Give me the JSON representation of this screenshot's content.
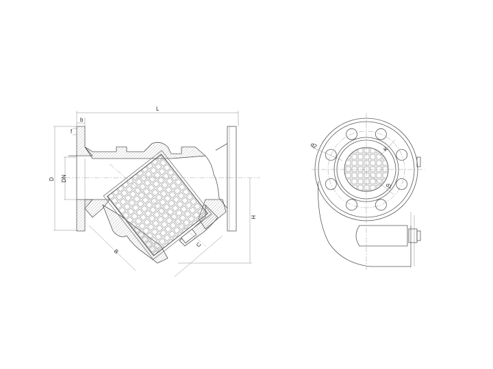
{
  "drawing": {
    "side_view": {
      "labels": {
        "L": "L",
        "b": "b",
        "f": "f",
        "D": "D",
        "DN": "DN",
        "H": "H",
        "B": "B",
        "C": "C"
      }
    },
    "front_view": {
      "labels": {
        "d2": "d2",
        "K": "K",
        "d1": "d1"
      },
      "bolt_count": 8
    }
  }
}
